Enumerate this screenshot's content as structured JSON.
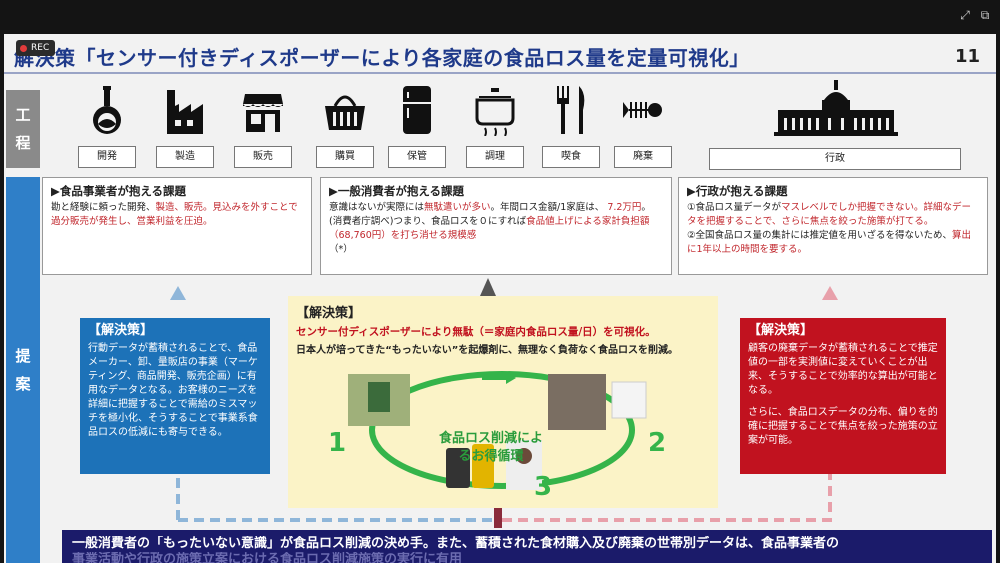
{
  "recording": {
    "badge_text": "REC"
  },
  "slide": {
    "title": "解決策「センサー付きディスポーザーにより各家庭の食品ロス量を定量可視化」",
    "page_number": "11"
  },
  "side_labels": {
    "process": [
      "工",
      "程"
    ],
    "proposal": [
      "提",
      "案"
    ]
  },
  "process": [
    {
      "label": "開発",
      "icon": "flask-icon"
    },
    {
      "label": "製造",
      "icon": "factory-icon"
    },
    {
      "label": "販売",
      "icon": "store-icon"
    },
    {
      "label": "購買",
      "icon": "basket-icon"
    },
    {
      "label": "保管",
      "icon": "fridge-icon"
    },
    {
      "label": "調理",
      "icon": "pot-icon"
    },
    {
      "label": "喫食",
      "icon": "cutlery-icon"
    },
    {
      "label": "廃棄",
      "icon": "fishbone-icon"
    }
  ],
  "government": {
    "label": "行政",
    "icon": "parliament-icon"
  },
  "issues": {
    "business": {
      "title": "▶食品事業者が抱える課題",
      "text_plain": "勘と経験に頼った開発、",
      "text_red": "製造、販売。見込みを外すことで過分販売が発生し、営業利益を圧迫。"
    },
    "consumer": {
      "title": "▶一般消費者が抱える課題",
      "line1_plain": "意識はないが実際には",
      "line1_red": "無駄遣いが多い",
      "line1_rest": "。年間ロス金額/1家庭は、",
      "line2_red": "7.2万円",
      "line2_plain": "。(消費者庁調べ)つまり、食品ロスを０にすれば",
      "line2_red2": "食品値上げによる家計負担額（68,760円）を打ち消せる規模感",
      "line3": "（*）"
    },
    "government": {
      "title": "▶行政が抱える課題",
      "line1": "①食品ロス量データが",
      "line1_red": "マスレベルでしか把握できない。詳細なデータを把握することで、さらに焦点を絞った施策が打てる。",
      "line2": "②全国食品ロス量の集計には推定値を用いざるを得ないため、",
      "line2_red": "算出に1年以上の時間を要する。"
    }
  },
  "solution_left": {
    "title": "【解決策】",
    "text": "行動データが蓄積されることで、食品メーカー、卸、量販店の事業（マーケティング、商品開発、販売企画）に有用なデータとなる。お客様のニーズを詳細に把握することで需給のミスマッチを極小化、そうすることで事業系食品ロスの低減にも寄与できる。"
  },
  "solution_center": {
    "title": "【解決策】",
    "line1": "センサー付ディスポーザーにより無駄（＝家庭内食品ロス量/日）を可視化。",
    "line2": "日本人が培ってきた“もったいない”を起爆剤に、無理なく負荷なく食品ロスを削減。",
    "cycle_title": "食品ロス削減によるお得循環",
    "cycle_steps": [
      "1",
      "2",
      "3"
    ]
  },
  "solution_right": {
    "title": "【解決策】",
    "text1": "顧客の廃棄データが蓄積されることで推定値の一部を実測値に変えていくことが出来、そうすることで効率的な算出が可能となる。",
    "text2": "さらに、食品ロスデータの分布、偏りを的確に把握することで焦点を絞った施策の立案が可能。"
  },
  "bottom_banner": {
    "line1": "一般消費者の「もったいない意識」が食品ロス削減の決め手。また、蓄積された食材購入及び廃棄の世帯別データは、食品事業者の",
    "line2": "事業活動や行政の施策立案における食品ロス削減施策の実行に有用"
  },
  "colors": {
    "title_blue": "#1f3a8a",
    "accent_red": "#c1121f",
    "accent_blue": "#1d72b8",
    "banner_navy": "#1b1b6a",
    "center_yellow": "#fbf3c7",
    "cycle_green": "#35b44a"
  }
}
